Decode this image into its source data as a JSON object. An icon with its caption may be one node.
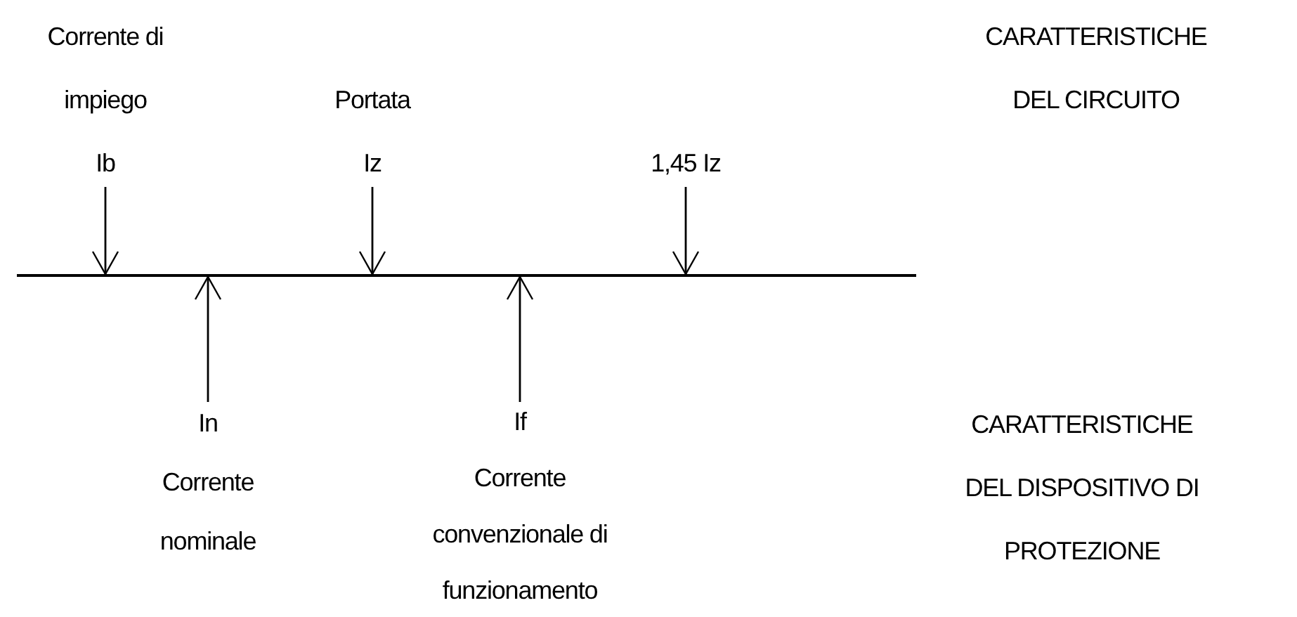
{
  "diagram": {
    "nodes": [
      {
        "text": [
          "Corrente di impiego",
          "Ib"
        ]
      },
      {
        "text": [
          "Portata",
          "Iz"
        ]
      },
      {
        "text": [
          "1,45 Iz"
        ]
      },
      {
        "text": [],
        "shape": "line"
      },
      {
        "text": [
          "In",
          "Corrente nominale"
        ]
      },
      {
        "text": [
          "If",
          "Corrente convenzionale di funzionamento"
        ]
      }
    ],
    "edges": [
      {
        "from": 0,
        "to": 3,
        "arrow": "to"
      },
      {
        "from": 1,
        "to": 3,
        "arrow": "to"
      },
      {
        "from": 2,
        "to": 3,
        "arrow": "to"
      },
      {
        "from": 4,
        "to": 3,
        "arrow": "to"
      },
      {
        "from": 5,
        "to": 3,
        "arrow": "to"
      }
    ],
    "labels": [
      "CARATTERISTICHE DEL CIRCUITO",
      "CARATTERISTICHE DEL DISPOSITIVO DI PROTEZIONE"
    ]
  }
}
